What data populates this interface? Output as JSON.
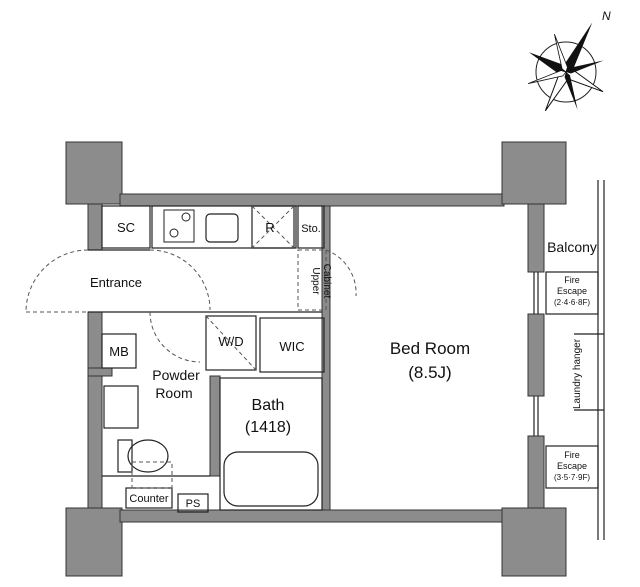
{
  "compass": {
    "north_label": "N"
  },
  "rooms": {
    "sc": "SC",
    "entrance": "Entrance",
    "mb": "MB",
    "powder_room_line1": "Powder",
    "powder_room_line2": "Room",
    "counter": "Counter",
    "ps": "PS",
    "refrigerator": "R",
    "storage": "Sto.",
    "upper_cabinet_line1": "Upper",
    "upper_cabinet_line2": "Cabinet",
    "washer_dryer": "W/D",
    "wic": "WIC",
    "bath": "Bath",
    "bath_size": "(1418)",
    "bed_room": "Bed Room",
    "bed_room_size": "(8.5J)",
    "balcony": "Balcony",
    "laundry_hanger": "Laundry hanger",
    "fire_escape_a_line1": "Fire",
    "fire_escape_a_line2": "Escape",
    "fire_escape_a_floors": "(2·4·6·8F)",
    "fire_escape_b_line1": "Fire",
    "fire_escape_b_line2": "Escape",
    "fire_escape_b_floors": "(3·5·7·9F)"
  },
  "colors": {
    "wall": "#8c8c8c",
    "line": "#222222",
    "dashed": "#555555"
  }
}
